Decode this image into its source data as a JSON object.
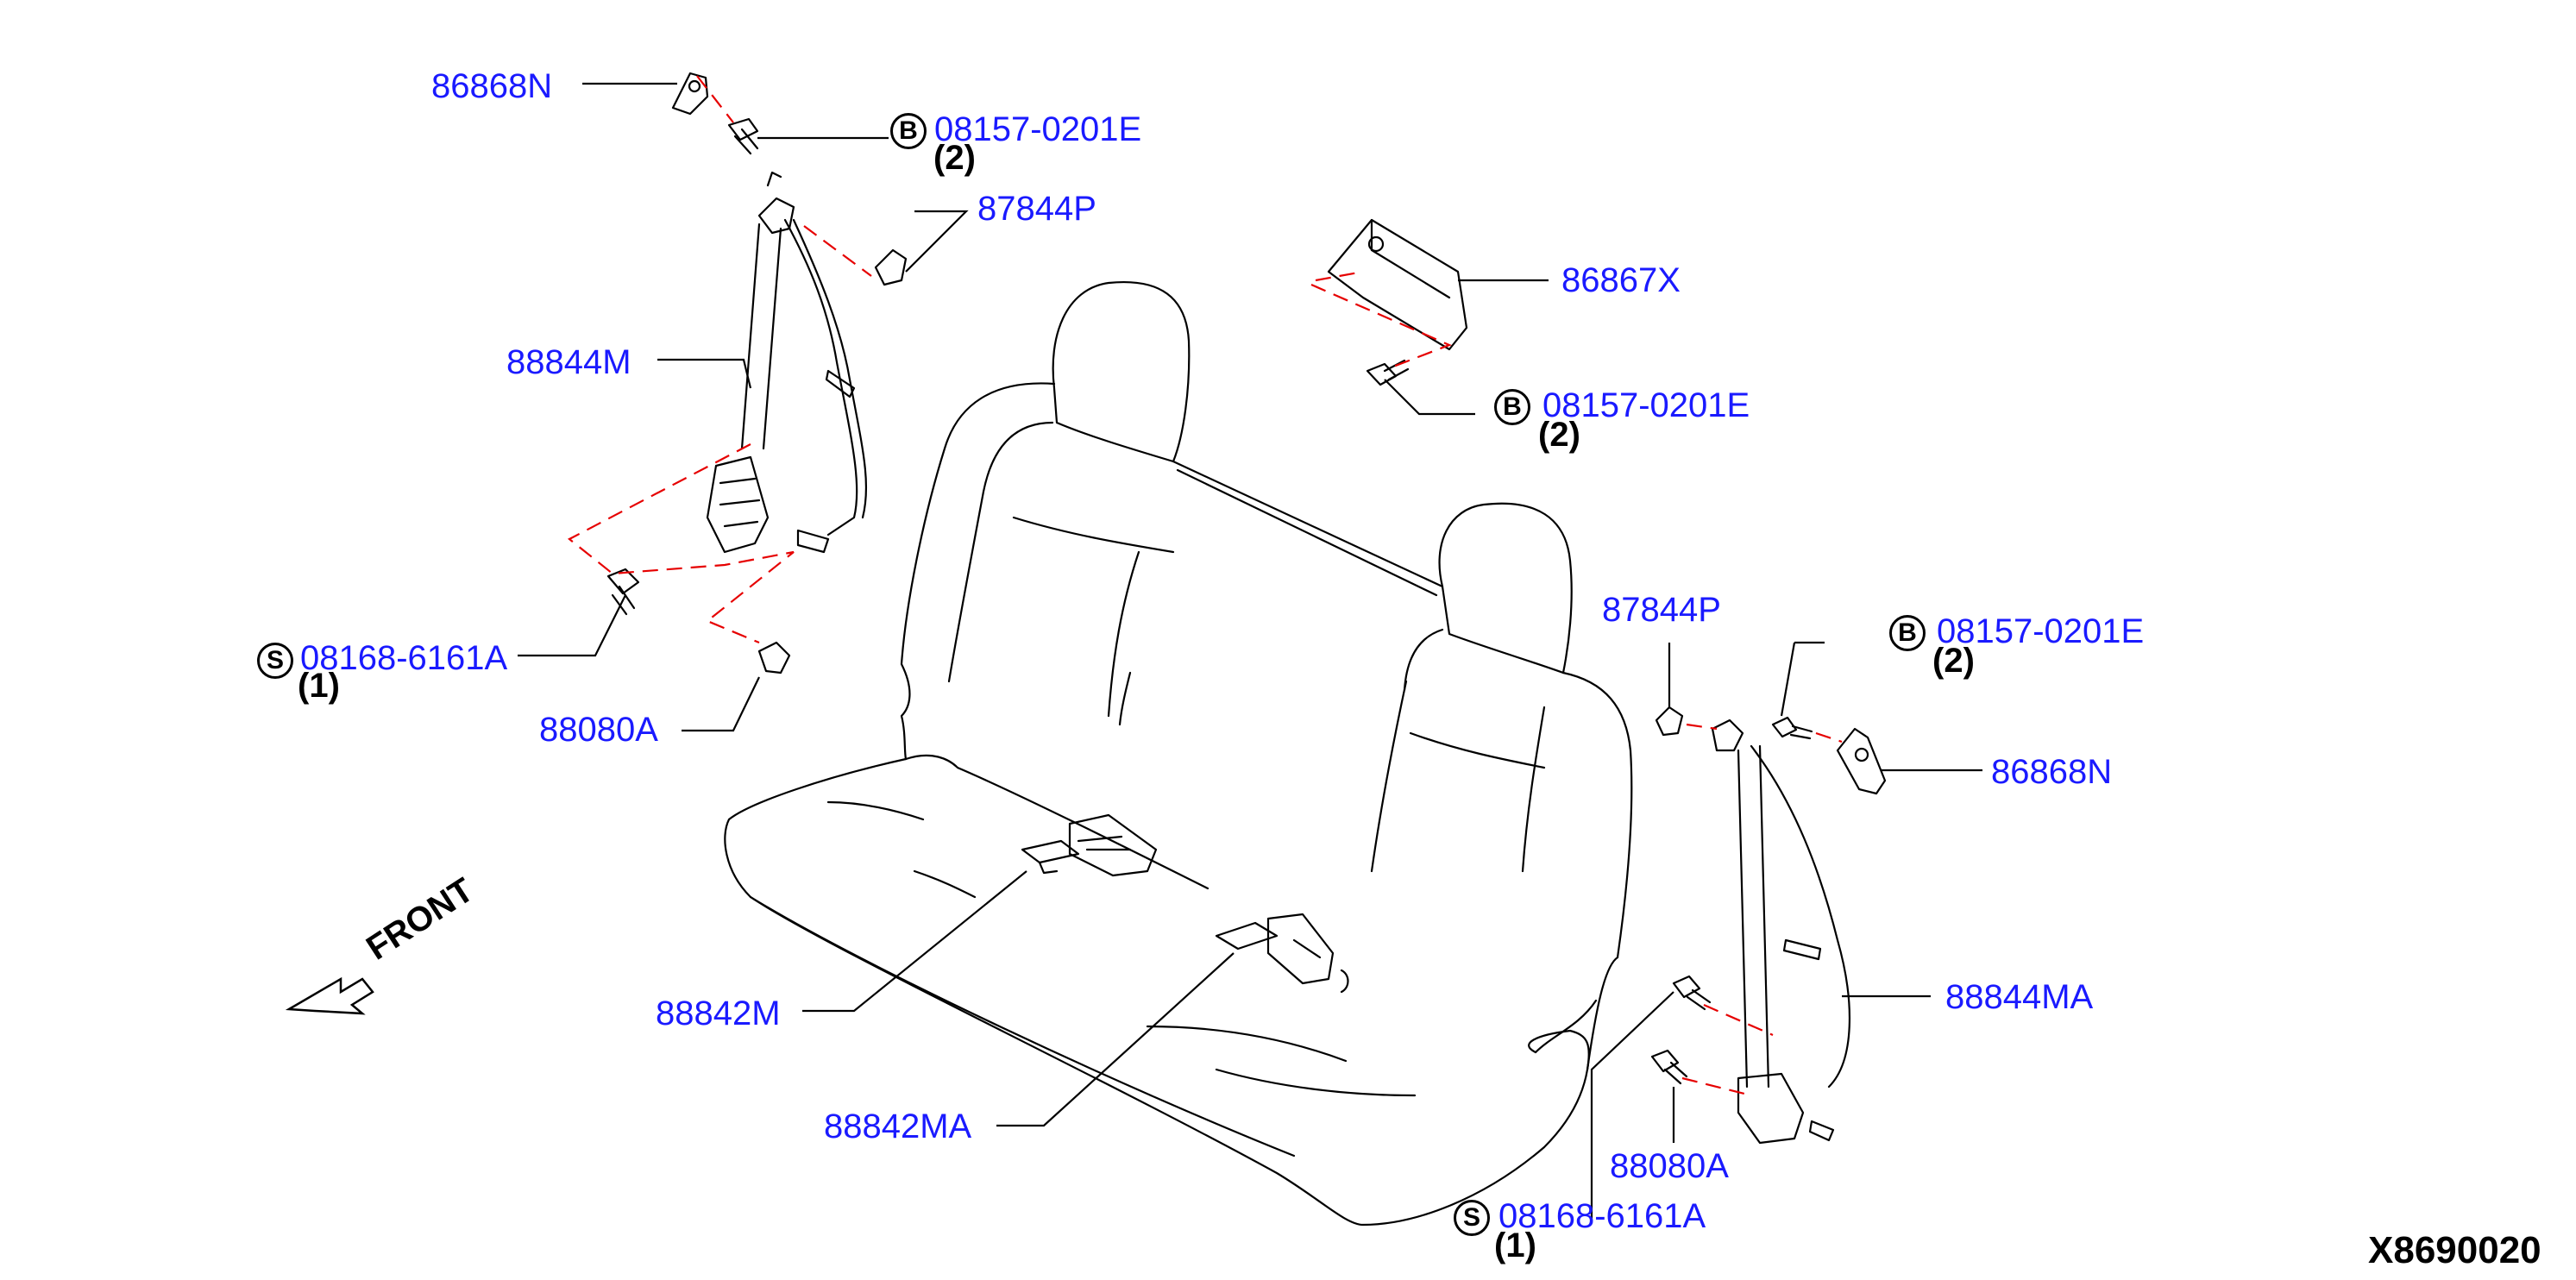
{
  "parts": {
    "p1": {
      "label": "86868N"
    },
    "p2": {
      "badge": "B",
      "label": "08157-0201E",
      "qty": "(2)"
    },
    "p3": {
      "label": "87844P"
    },
    "p4": {
      "label": "88844M"
    },
    "p5": {
      "badge": "S",
      "label": "08168-6161A",
      "qty": "(1)"
    },
    "p6": {
      "label": "88080A"
    },
    "p7": {
      "label": "86867X"
    },
    "p8": {
      "badge": "B",
      "label": "08157-0201E",
      "qty": "(2)"
    },
    "p9": {
      "label": "87844P"
    },
    "p10": {
      "badge": "B",
      "label": "08157-0201E",
      "qty": "(2)"
    },
    "p11": {
      "label": "86868N"
    },
    "p12": {
      "label": "88844MA"
    },
    "p13": {
      "label": "88842M"
    },
    "p14": {
      "label": "88842MA"
    },
    "p15": {
      "label": "88080A"
    },
    "p16": {
      "badge": "S",
      "label": "08168-6161A",
      "qty": "(1)"
    }
  },
  "front_label": "FRONT",
  "diagram_ref": "X8690020",
  "colors": {
    "label": "#1a1aff",
    "dash": "#e60000",
    "line": "#000000"
  }
}
